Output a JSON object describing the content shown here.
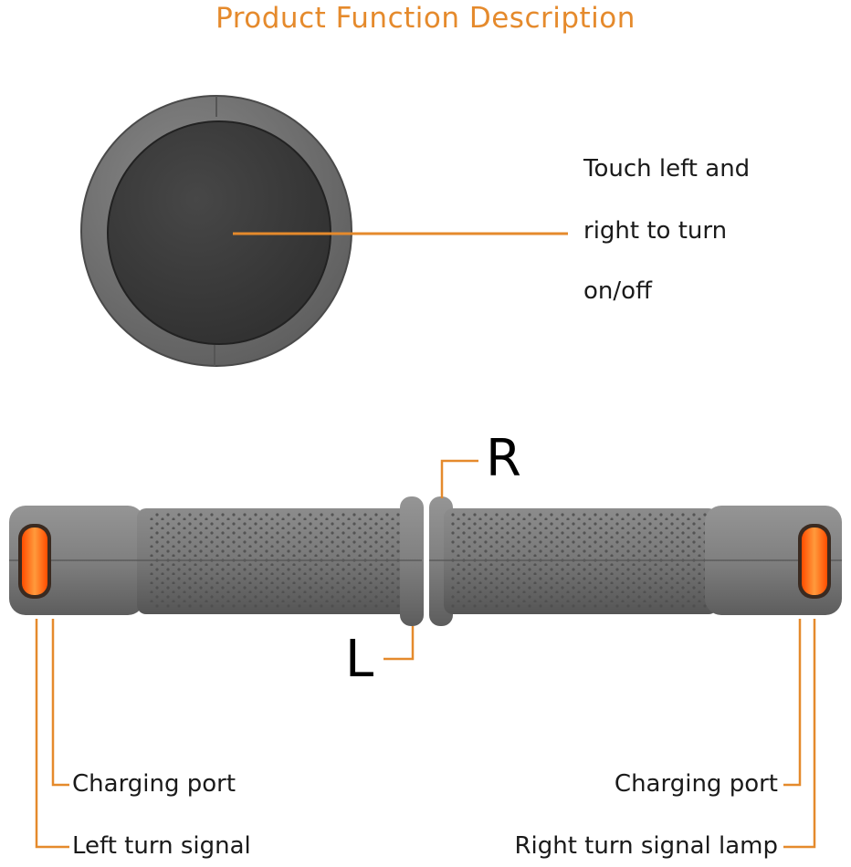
{
  "title": "Product Function Description",
  "button_description": [
    "Touch left and",
    "right to turn",
    "on/off"
  ],
  "grip_labels": {
    "right": "R",
    "left": "L"
  },
  "callouts": {
    "left_charging_port": "Charging port",
    "left_turn_signal": "Left turn signal",
    "right_charging_port": "Charging port",
    "right_turn_signal": "Right turn signal lamp"
  },
  "colors": {
    "accent": "#e58a2c",
    "grip_gray": "#7a7a7a",
    "button_face": "#3c3c3c",
    "signal_amber": "#ff6a1a"
  }
}
